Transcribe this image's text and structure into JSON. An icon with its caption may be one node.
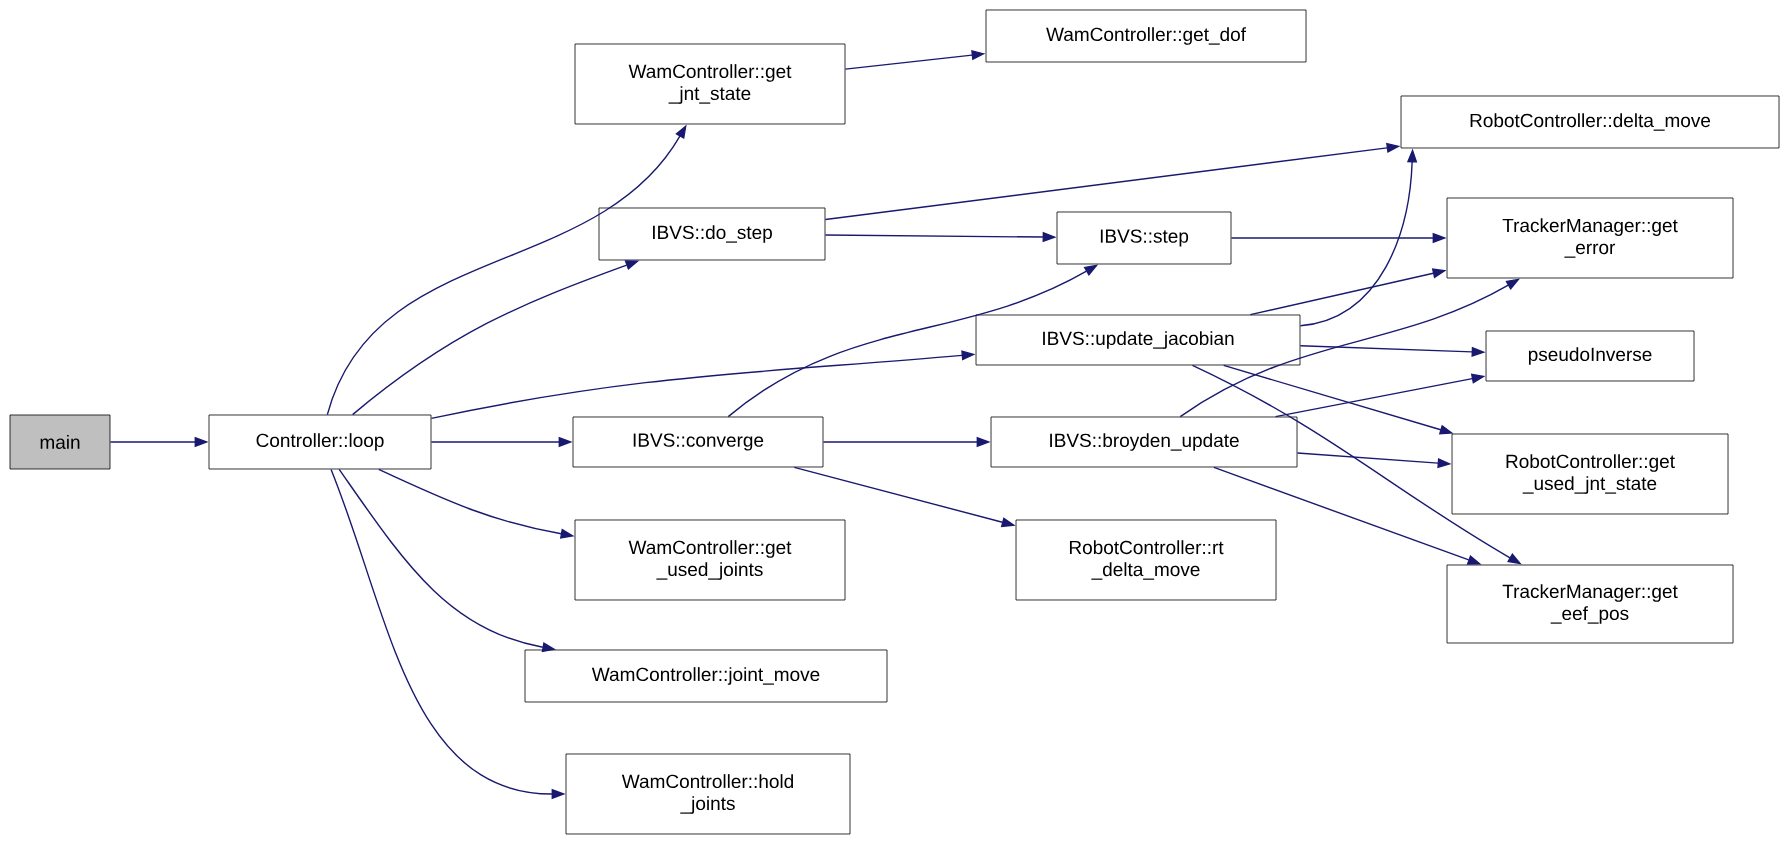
{
  "diagram": {
    "nodes": [
      {
        "text": [
          "main"
        ]
      },
      {
        "text": [
          "Controller::loop"
        ]
      },
      {
        "text": [
          "WamController::get _jnt_state"
        ]
      },
      {
        "text": [
          "WamController::get_dof"
        ]
      },
      {
        "text": [
          "IBVS::do_step"
        ]
      },
      {
        "text": [
          "RobotController::delta_move"
        ]
      },
      {
        "text": [
          "IBVS::step"
        ]
      },
      {
        "text": [
          "TrackerManager::get _error"
        ]
      },
      {
        "text": [
          "IBVS::update_jacobian"
        ]
      },
      {
        "text": [
          "pseudoInverse"
        ]
      },
      {
        "text": [
          "IBVS::converge"
        ]
      },
      {
        "text": [
          "IBVS::broyden_update"
        ]
      },
      {
        "text": [
          "RobotController::get _used_jnt_state"
        ]
      },
      {
        "text": [
          "WamController::get _used_joints"
        ]
      },
      {
        "text": [
          "RobotController::rt _delta_move"
        ]
      },
      {
        "text": [
          "TrackerManager::get _eef_pos"
        ]
      },
      {
        "text": [
          "WamController::joint_move"
        ]
      },
      {
        "text": [
          "WamController::hold _joints"
        ]
      }
    ],
    "edges": [
      {
        "from": 0,
        "to": 1,
        "arrow": "to"
      },
      {
        "from": 1,
        "to": 2,
        "arrow": "to"
      },
      {
        "from": 1,
        "to": 4,
        "arrow": "to"
      },
      {
        "from": 1,
        "to": 8,
        "arrow": "to"
      },
      {
        "from": 1,
        "to": 10,
        "arrow": "to"
      },
      {
        "from": 1,
        "to": 13,
        "arrow": "to"
      },
      {
        "from": 1,
        "to": 16,
        "arrow": "to"
      },
      {
        "from": 1,
        "to": 17,
        "arrow": "to"
      },
      {
        "from": 2,
        "to": 3,
        "arrow": "to"
      },
      {
        "from": 4,
        "to": 5,
        "arrow": "to"
      },
      {
        "from": 4,
        "to": 6,
        "arrow": "to"
      },
      {
        "from": 6,
        "to": 7,
        "arrow": "to"
      },
      {
        "from": 8,
        "to": 5,
        "arrow": "to"
      },
      {
        "from": 8,
        "to": 7,
        "arrow": "to"
      },
      {
        "from": 8,
        "to": 9,
        "arrow": "to"
      },
      {
        "from": 8,
        "to": 12,
        "arrow": "to"
      },
      {
        "from": 8,
        "to": 15,
        "arrow": "to"
      },
      {
        "from": 10,
        "to": 6,
        "arrow": "to"
      },
      {
        "from": 10,
        "to": 11,
        "arrow": "to"
      },
      {
        "from": 10,
        "to": 14,
        "arrow": "to"
      },
      {
        "from": 11,
        "to": 7,
        "arrow": "to"
      },
      {
        "from": 11,
        "to": 9,
        "arrow": "to"
      },
      {
        "from": 11,
        "to": 12,
        "arrow": "to"
      },
      {
        "from": 11,
        "to": 15,
        "arrow": "to"
      }
    ]
  }
}
